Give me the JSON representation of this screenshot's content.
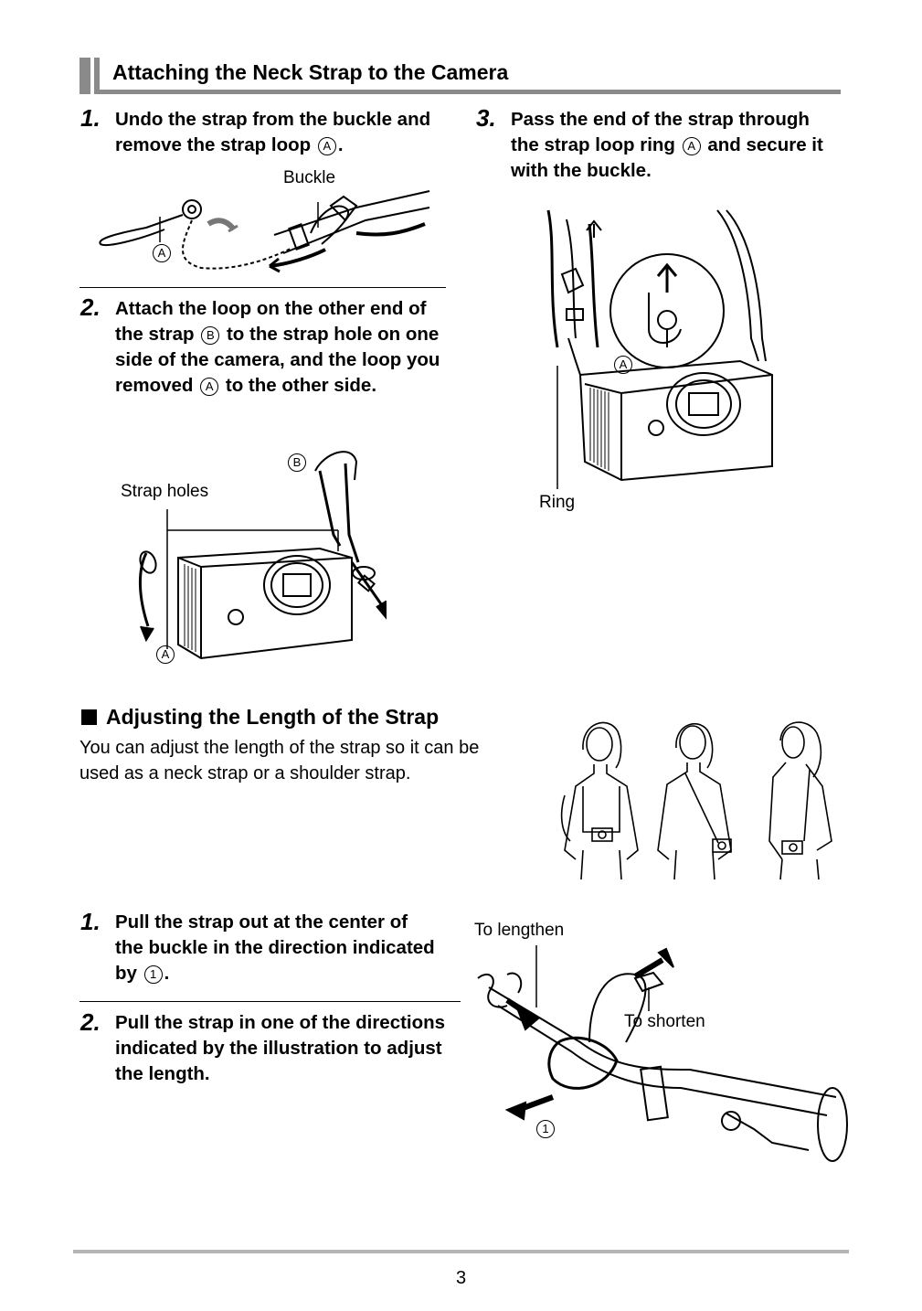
{
  "section": {
    "title": "Attaching the Neck Strap to the Camera"
  },
  "attach_steps": [
    {
      "num": "1.",
      "text_before": "Undo the strap from the buckle and remove the strap loop",
      "marker": "A",
      "text_after": "."
    },
    {
      "num": "2.",
      "p1": "Attach the loop on the other end of the strap",
      "marker1": "B",
      "p2": "to the strap hole on one side of the camera, and the loop you removed",
      "marker2": "A",
      "p3": "to the other side."
    },
    {
      "num": "3.",
      "text_before": "Pass the end of the strap through the strap loop ring",
      "marker": "A",
      "text_after": "and secure it with the buckle."
    }
  ],
  "figure_labels": {
    "buckle": "Buckle",
    "fig1_marker": "A",
    "strap_holes": "Strap holes",
    "fig2_marker_b": "B",
    "fig2_marker_a": "A",
    "fig3_marker": "A",
    "ring": "Ring",
    "to_lengthen": "To lengthen",
    "to_shorten": "To shorten",
    "fig4_marker": "1"
  },
  "adjust": {
    "title": "Adjusting the Length of the Strap",
    "body": "You can adjust the length of the strap so it can be used as a neck strap or a shoulder strap.",
    "steps": [
      {
        "num": "1.",
        "text_before": "Pull the strap out at the center of the buckle in the direction indicated by",
        "marker": "1",
        "text_after": "."
      },
      {
        "num": "2.",
        "text": "Pull the strap in one of the directions indicated by the illustration to adjust the length."
      }
    ]
  },
  "footer": {
    "page_number": "3"
  },
  "colors": {
    "heading_bar": "#8a8a8a",
    "footer_rule": "#b5b5b5"
  }
}
